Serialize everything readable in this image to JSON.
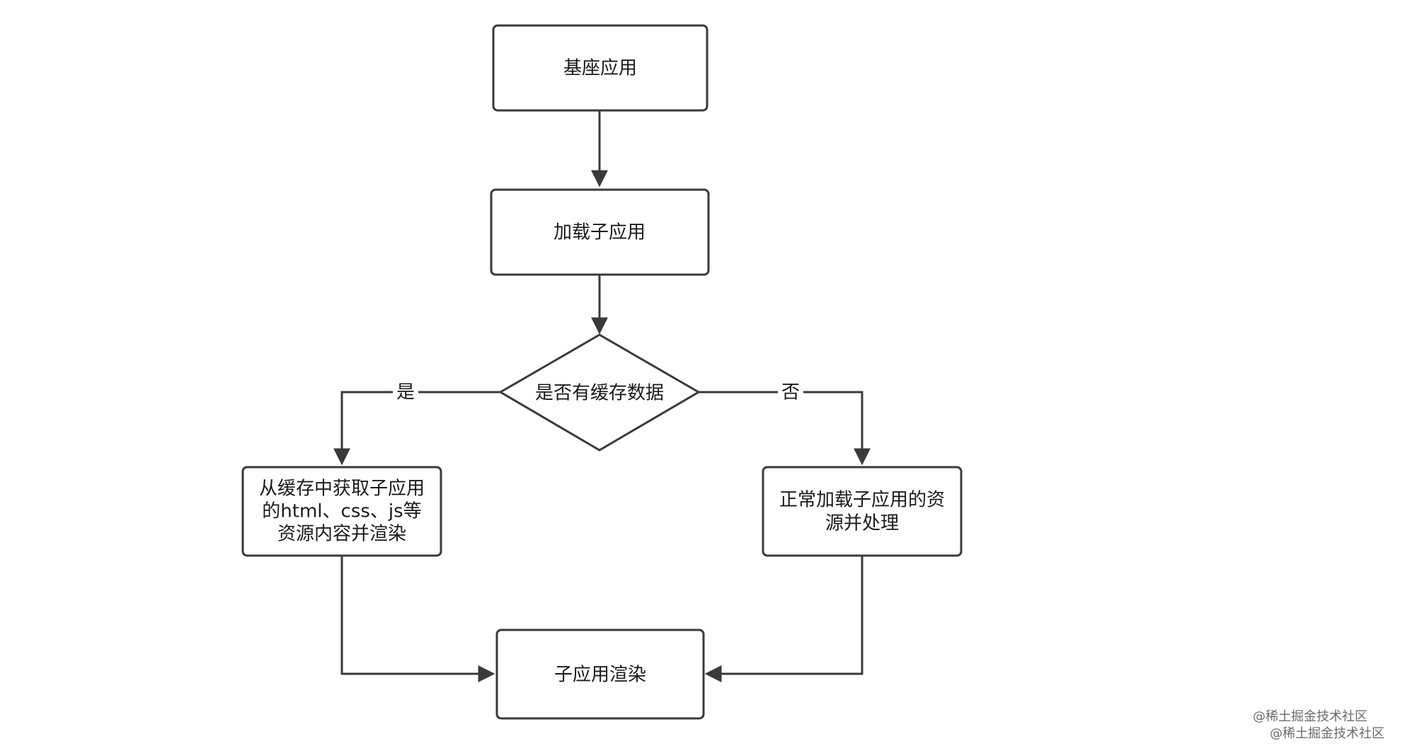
{
  "diagram": {
    "nodes": {
      "start": "基座应用",
      "load": "加载子应用",
      "decision": "是否有缓存数据",
      "cache_line1": "从缓存中获取子应用",
      "cache_line2": "的html、css、js等",
      "cache_line3": "资源内容并渲染",
      "normal_line1": "正常加载子应用的资",
      "normal_line2": "源并处理",
      "render": "子应用渲染"
    },
    "edges": {
      "yes_label": "是",
      "no_label": "否"
    },
    "colors": {
      "stroke": "#3a3a3a",
      "text": "#1a1a1a",
      "background": "#ffffff",
      "watermark": "#6b6b6b"
    }
  },
  "watermark": {
    "line1": "@稀土掘金技术社区",
    "line2": "@稀土掘金技术社区"
  }
}
